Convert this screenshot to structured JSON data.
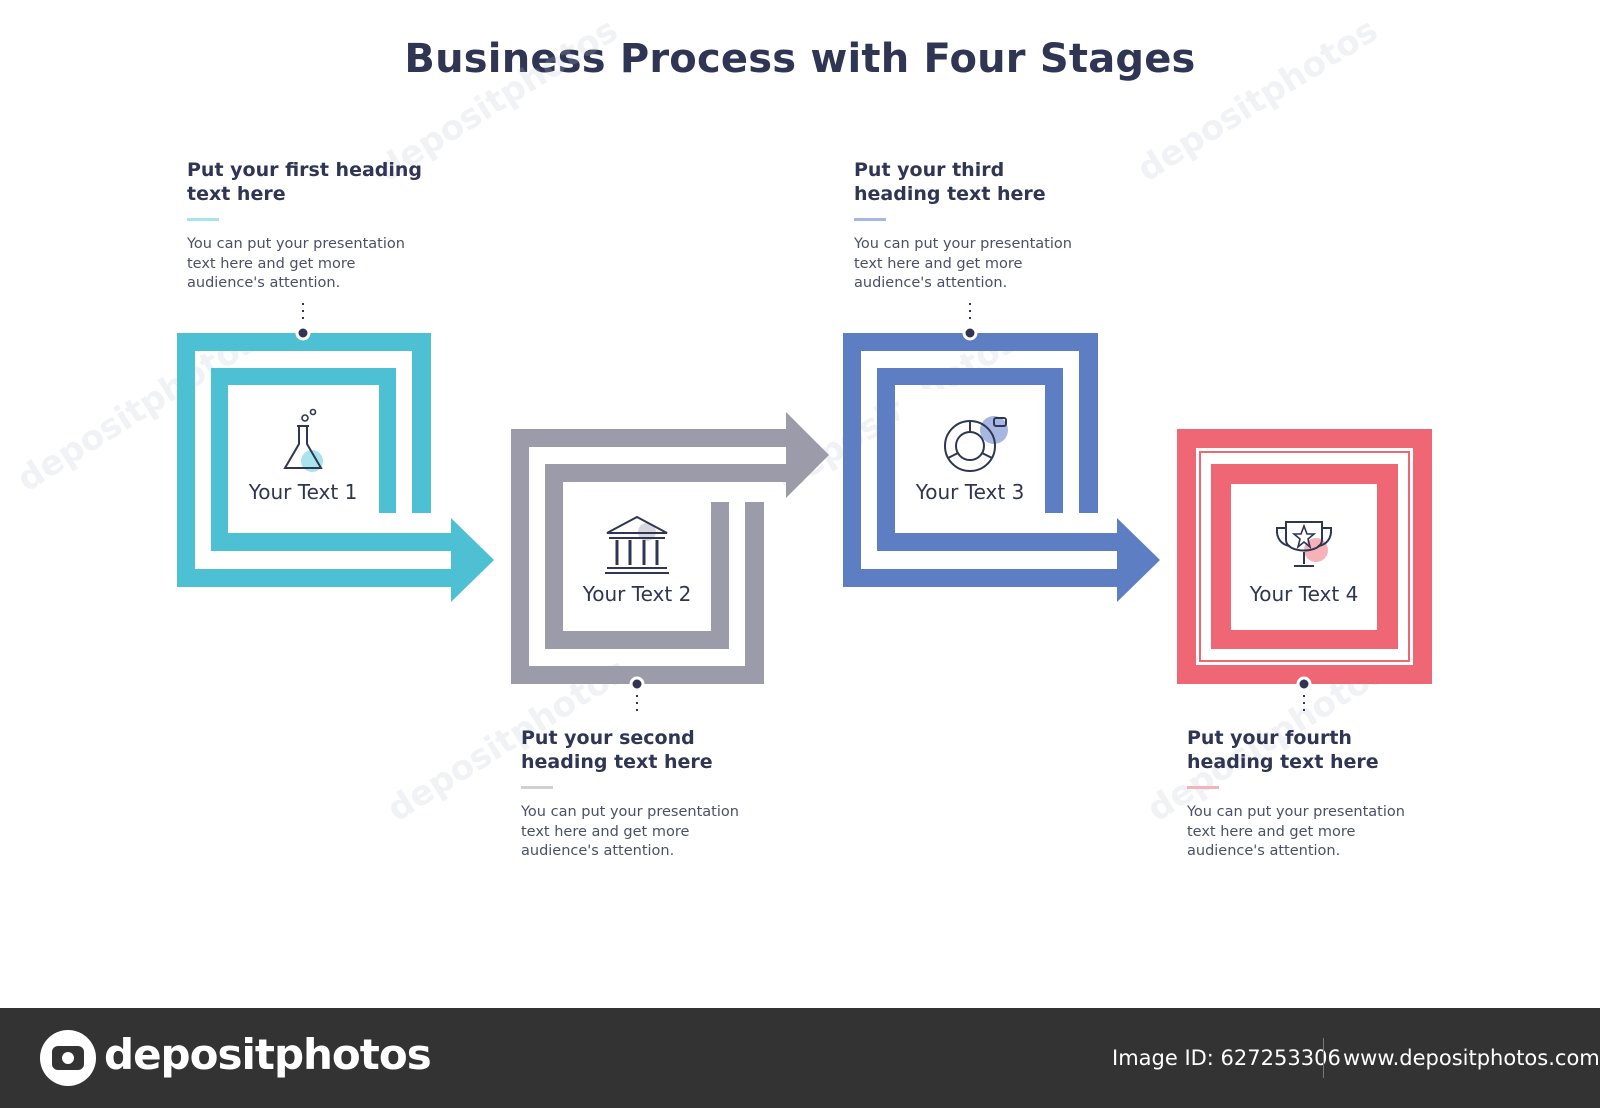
{
  "title": "Business Process with Four Stages",
  "colors": {
    "stage1": "#4dc1d3",
    "stage2": "#9b9ba9",
    "stage3": "#5e7ec4",
    "stage4": "#ef6674",
    "dark": "#2f3553",
    "footer_bg": "#333333"
  },
  "stages": [
    {
      "heading": "Put your first heading text here",
      "body": "You can put your presentation text here and get more audience's attention.",
      "box_label": "Your Text 1",
      "icon": "flask-icon"
    },
    {
      "heading": "Put your second heading text here",
      "body": "You can put your presentation text here and get more audience's attention.",
      "box_label": "Your Text 2",
      "icon": "bank-icon"
    },
    {
      "heading": "Put your third heading text here",
      "body": "You can put your presentation text here and get more audience's attention.",
      "box_label": "Your Text 3",
      "icon": "pie-chart-icon"
    },
    {
      "heading": "Put your fourth heading text here",
      "body": "You can put your presentation text here and get more audience's attention.",
      "box_label": "Your Text 4",
      "icon": "trophy-icon"
    }
  ],
  "footer": {
    "logo": "depositphotos",
    "image_id": "Image ID: 627253306",
    "site": "www.depositphotos.com"
  }
}
